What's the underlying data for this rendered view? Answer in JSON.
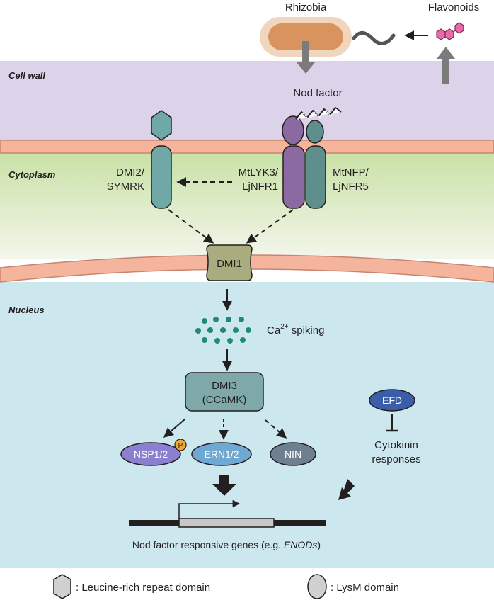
{
  "regions": {
    "cell_wall": "Cell wall",
    "cytoplasm": "Cytoplasm",
    "nucleus": "Nucleus"
  },
  "external": {
    "rhizobia": "Rhizobia",
    "flavonoids": "Flavonoids",
    "nod_factor": "Nod factor"
  },
  "receptors": {
    "dmi2": [
      "DMI2/",
      "SYMRK"
    ],
    "mtlyk3": [
      "MtLYK3/",
      "LjNFR1"
    ],
    "mtnfp": [
      "MtNFP/",
      "LjNFR5"
    ]
  },
  "nuclear": {
    "dmi1": "DMI1",
    "ca_prefix": "Ca",
    "ca_sup": "2+",
    "ca_suffix": " spiking",
    "dmi3": [
      "DMI3",
      "(CCaMK)"
    ],
    "nsp": "NSP1/2",
    "phospho": "P",
    "ern": "ERN1/2",
    "nin": "NIN",
    "efd": "EFD",
    "cytokinin": [
      "Cytokinin",
      "responses"
    ],
    "genes_prefix": "Nod factor responsive genes (e.g. ",
    "genes_italic": "ENODs",
    "genes_suffix": ")"
  },
  "legend": {
    "lrr": ": Leucine-rich repeat domain",
    "lysm": ": LysM domain"
  },
  "colors": {
    "cell_wall": "#dcd3ea",
    "membrane": "#f4b59c",
    "cytoplasm_top": "#c9e1a6",
    "nucleus": "#cde7ef",
    "teal_receptor": "#6fa8a6",
    "purple_receptor": "#8a6aa0",
    "dmi1": "#a9ac7e",
    "dmi3": "#7fa9a8",
    "nsp": "#8b7fcf",
    "ern": "#6fa9d3",
    "nin": "#6f7f8f",
    "efd": "#3b5ea8",
    "phospho": "#f0a830",
    "dots": "#1f8a78",
    "flavonoid": "#e86aa8",
    "rhizobia_body": "#d9935e",
    "rhizobia_halo": "#f1d6bf"
  }
}
